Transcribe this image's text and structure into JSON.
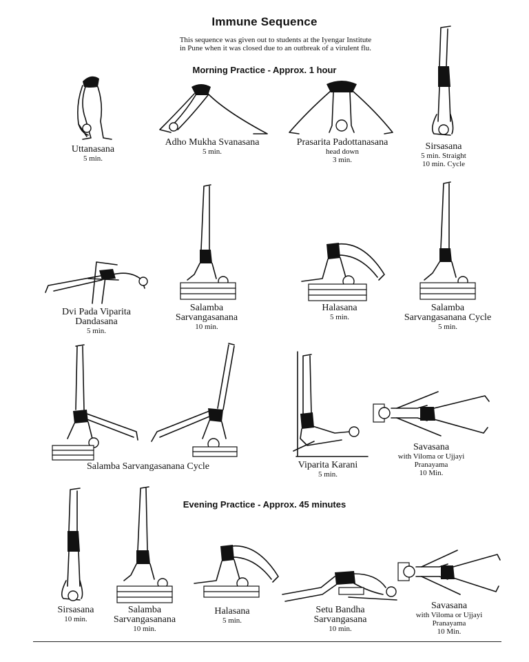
{
  "title": "Immune Sequence",
  "intro": [
    "This sequence was given out to students at  the Iyengar Institute",
    "in Pune when it was closed due to an outbreak of a virulent flu."
  ],
  "sections": {
    "morning": "Morning Practice - Approx. 1 hour",
    "evening": "Evening Practice - Approx. 45 minutes"
  },
  "poses": {
    "r1_uttanasana": {
      "name": "Uttanasana",
      "details": [
        "5 min."
      ]
    },
    "r1_adho": {
      "name": "Adho Mukha Svanasana",
      "details": [
        "5 min."
      ]
    },
    "r1_prasarita": {
      "name": "Prasarita Padottanasana",
      "details": [
        "head down",
        "3 min."
      ]
    },
    "r1_sirsasana": {
      "name": "Sirsasana",
      "details": [
        "5 min. Straight",
        "10 min. Cycle"
      ]
    },
    "r2_dvipada": {
      "name": "Dvi Pada Viparita",
      "name2": "Dandasana",
      "details": [
        "5 min."
      ]
    },
    "r2_salamba": {
      "name": "Salamba",
      "name2": "Sarvangasanana",
      "details": [
        "10 min."
      ]
    },
    "r2_halasana": {
      "name": "Halasana",
      "details": [
        "5 min."
      ]
    },
    "r2_salamba_cycle": {
      "name": "Salamba",
      "name2": "Sarvangasanana Cycle",
      "details": [
        "5 min."
      ]
    },
    "r3_cycle": {
      "name": "Salamba Sarvangasanana Cycle"
    },
    "r3_viparita": {
      "name": "Viparita Karani",
      "details": [
        "5 min."
      ]
    },
    "r3_savasana": {
      "name": "Savasana",
      "details": [
        "with Viloma or Ujjayi",
        "Pranayama",
        "10 Min."
      ]
    },
    "r4_sirsasana": {
      "name": "Sirsasana",
      "details": [
        "10 min."
      ]
    },
    "r4_salamba": {
      "name": "Salamba",
      "name2": "Sarvangasanana",
      "details": [
        "10 min."
      ]
    },
    "r4_halasana": {
      "name": "Halasana",
      "details": [
        "5 min."
      ]
    },
    "r4_setu": {
      "name": "Setu Bandha",
      "name2": "Sarvangasana",
      "details": [
        "10 min."
      ]
    },
    "r4_savasana": {
      "name": "Savasana",
      "details": [
        "with Viloma or Ujjayi",
        "Pranayama",
        "10 Min."
      ]
    }
  }
}
